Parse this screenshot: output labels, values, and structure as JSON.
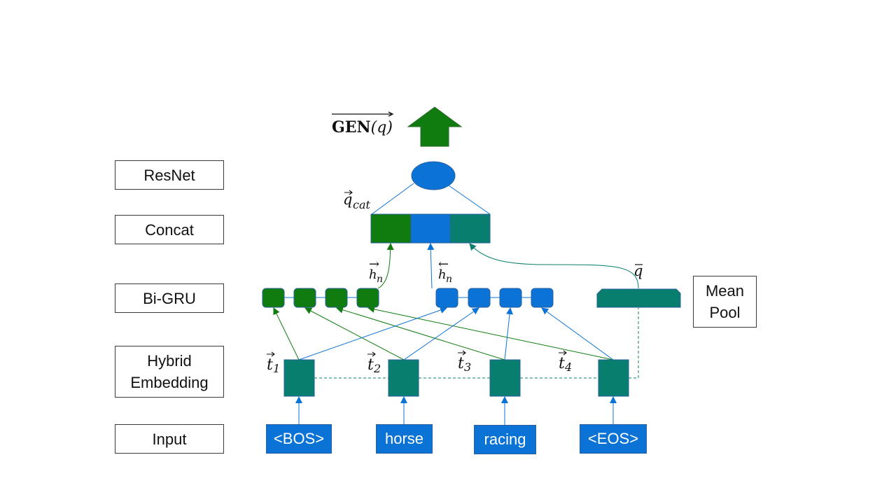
{
  "layers": {
    "resnet": "ResNet",
    "concat": "Concat",
    "bigru": "Bi-GRU",
    "hybrid_line1": "Hybrid",
    "hybrid_line2": "Embedding",
    "input": "Input"
  },
  "tokens": [
    "<BOS>",
    "horse",
    "racing",
    "<EOS>"
  ],
  "mean_pool": {
    "line1": "Mean",
    "line2": "Pool"
  },
  "math": {
    "gen_bold": "GEN",
    "gen_arg": "(q)",
    "qcat_base": "q",
    "qcat_sub": "cat",
    "h_base": "h",
    "h_sub": "n",
    "arrow_right": "→",
    "arrow_left": "←",
    "qbar": "q",
    "t_base": "t",
    "t_subs": [
      "1",
      "2",
      "3",
      "4"
    ]
  },
  "colors": {
    "green": "#107c10",
    "blue": "#0b73d6",
    "teal": "#087f6e",
    "edge": "#2a5f9e"
  }
}
